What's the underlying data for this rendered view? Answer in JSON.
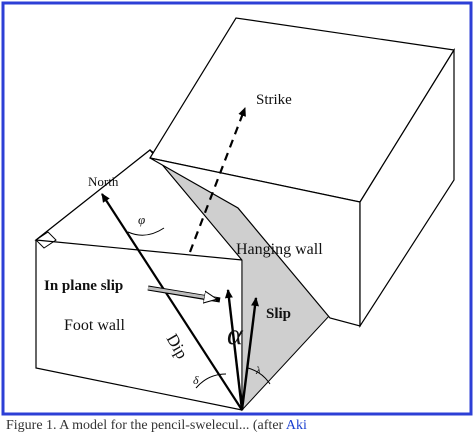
{
  "labels": {
    "strike": "Strike",
    "north": "North",
    "phi": "φ",
    "hanging_wall": "Hanging wall",
    "in_plane_slip": "In plane slip",
    "foot_wall": "Foot wall",
    "dip": "Dip",
    "alpha": "α",
    "slip": "Slip",
    "lambda": "λ",
    "delta": "δ"
  },
  "caption": {
    "text": "Figure 1. A model for the pencil-swelecul... (after ",
    "link": "Aki"
  },
  "colors": {
    "frame": "#2d3fd6",
    "lines": "#000000",
    "fault_plane": "#c8c8c8",
    "in_plane_arrow": "#9a9a9a"
  }
}
